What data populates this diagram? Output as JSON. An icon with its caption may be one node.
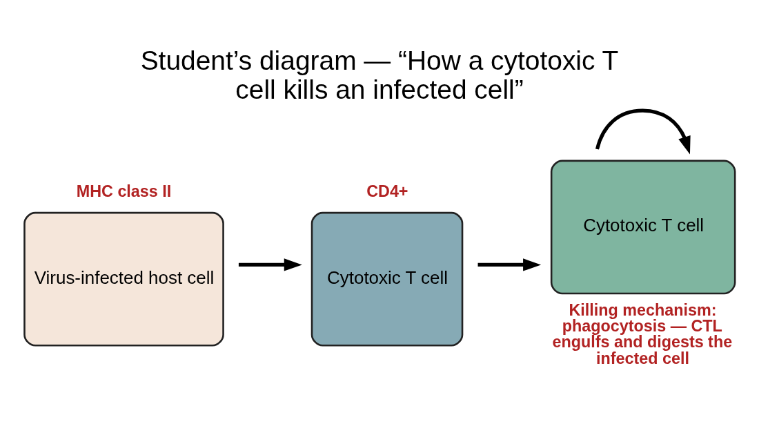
{
  "diagram": {
    "title": "Student’s diagram — “How a cytotoxic T cell kills an infected cell”",
    "nodes": [
      {
        "text": [
          "Virus-infected host cell"
        ],
        "beside": [
          "MHC class II"
        ]
      },
      {
        "text": [
          "Cytotoxic T cell"
        ],
        "beside": [
          "CD4+"
        ]
      },
      {
        "text": [
          "Cytotoxic T cell"
        ],
        "beside": [
          "Killing mechanism: phagocytosis — CTL engulfs and digests the infected cell"
        ]
      }
    ],
    "edges": [
      {
        "from": 0,
        "to": 1,
        "arrow": "to"
      },
      {
        "from": 1,
        "to": 2,
        "arrow": "to"
      },
      {
        "from": 2,
        "to": 2,
        "arrow": "to"
      }
    ]
  }
}
